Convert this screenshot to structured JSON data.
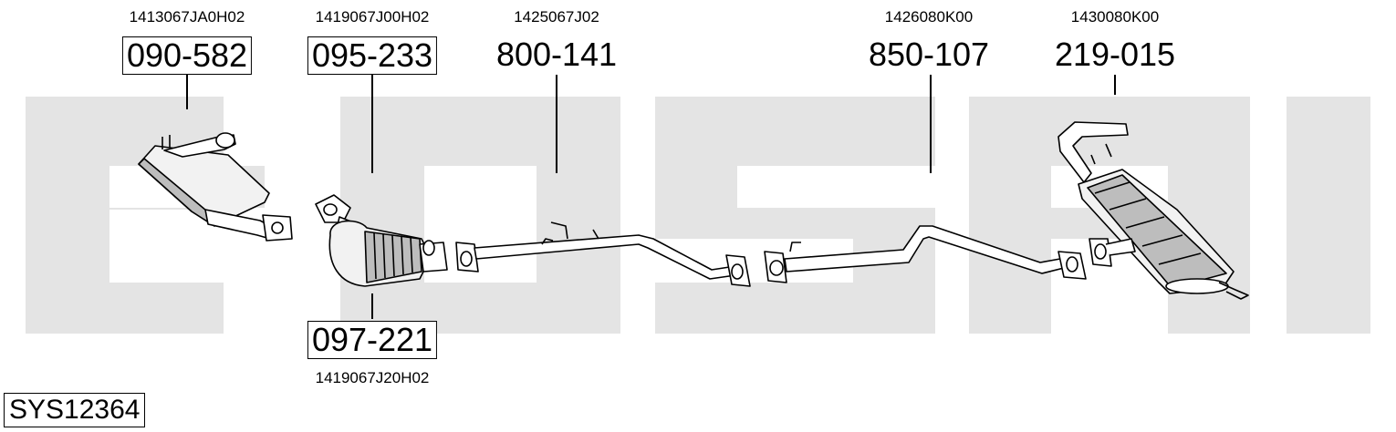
{
  "system": {
    "code": "SYS12364"
  },
  "parts": [
    {
      "id": "p1",
      "part_number": "090-582",
      "oem": "1413067JA0H02",
      "boxed": true
    },
    {
      "id": "p2",
      "part_number": "095-233",
      "oem": "1419067J00H02",
      "boxed": true
    },
    {
      "id": "p3",
      "part_number": "097-221",
      "oem": "1419067J20H02",
      "boxed": true
    },
    {
      "id": "p4",
      "part_number": "800-141",
      "oem": "1425067J02",
      "boxed": false
    },
    {
      "id": "p5",
      "part_number": "850-107",
      "oem": "1426080K00",
      "boxed": false
    },
    {
      "id": "p6",
      "part_number": "219-015",
      "oem": "1430080K00",
      "boxed": false
    }
  ],
  "background_letters": "BOSAL",
  "colors": {
    "watermark": "#e4e4e4",
    "line": "#000000",
    "part_fill": "#f2f2f2",
    "part_shade": "#bdbdbd"
  }
}
